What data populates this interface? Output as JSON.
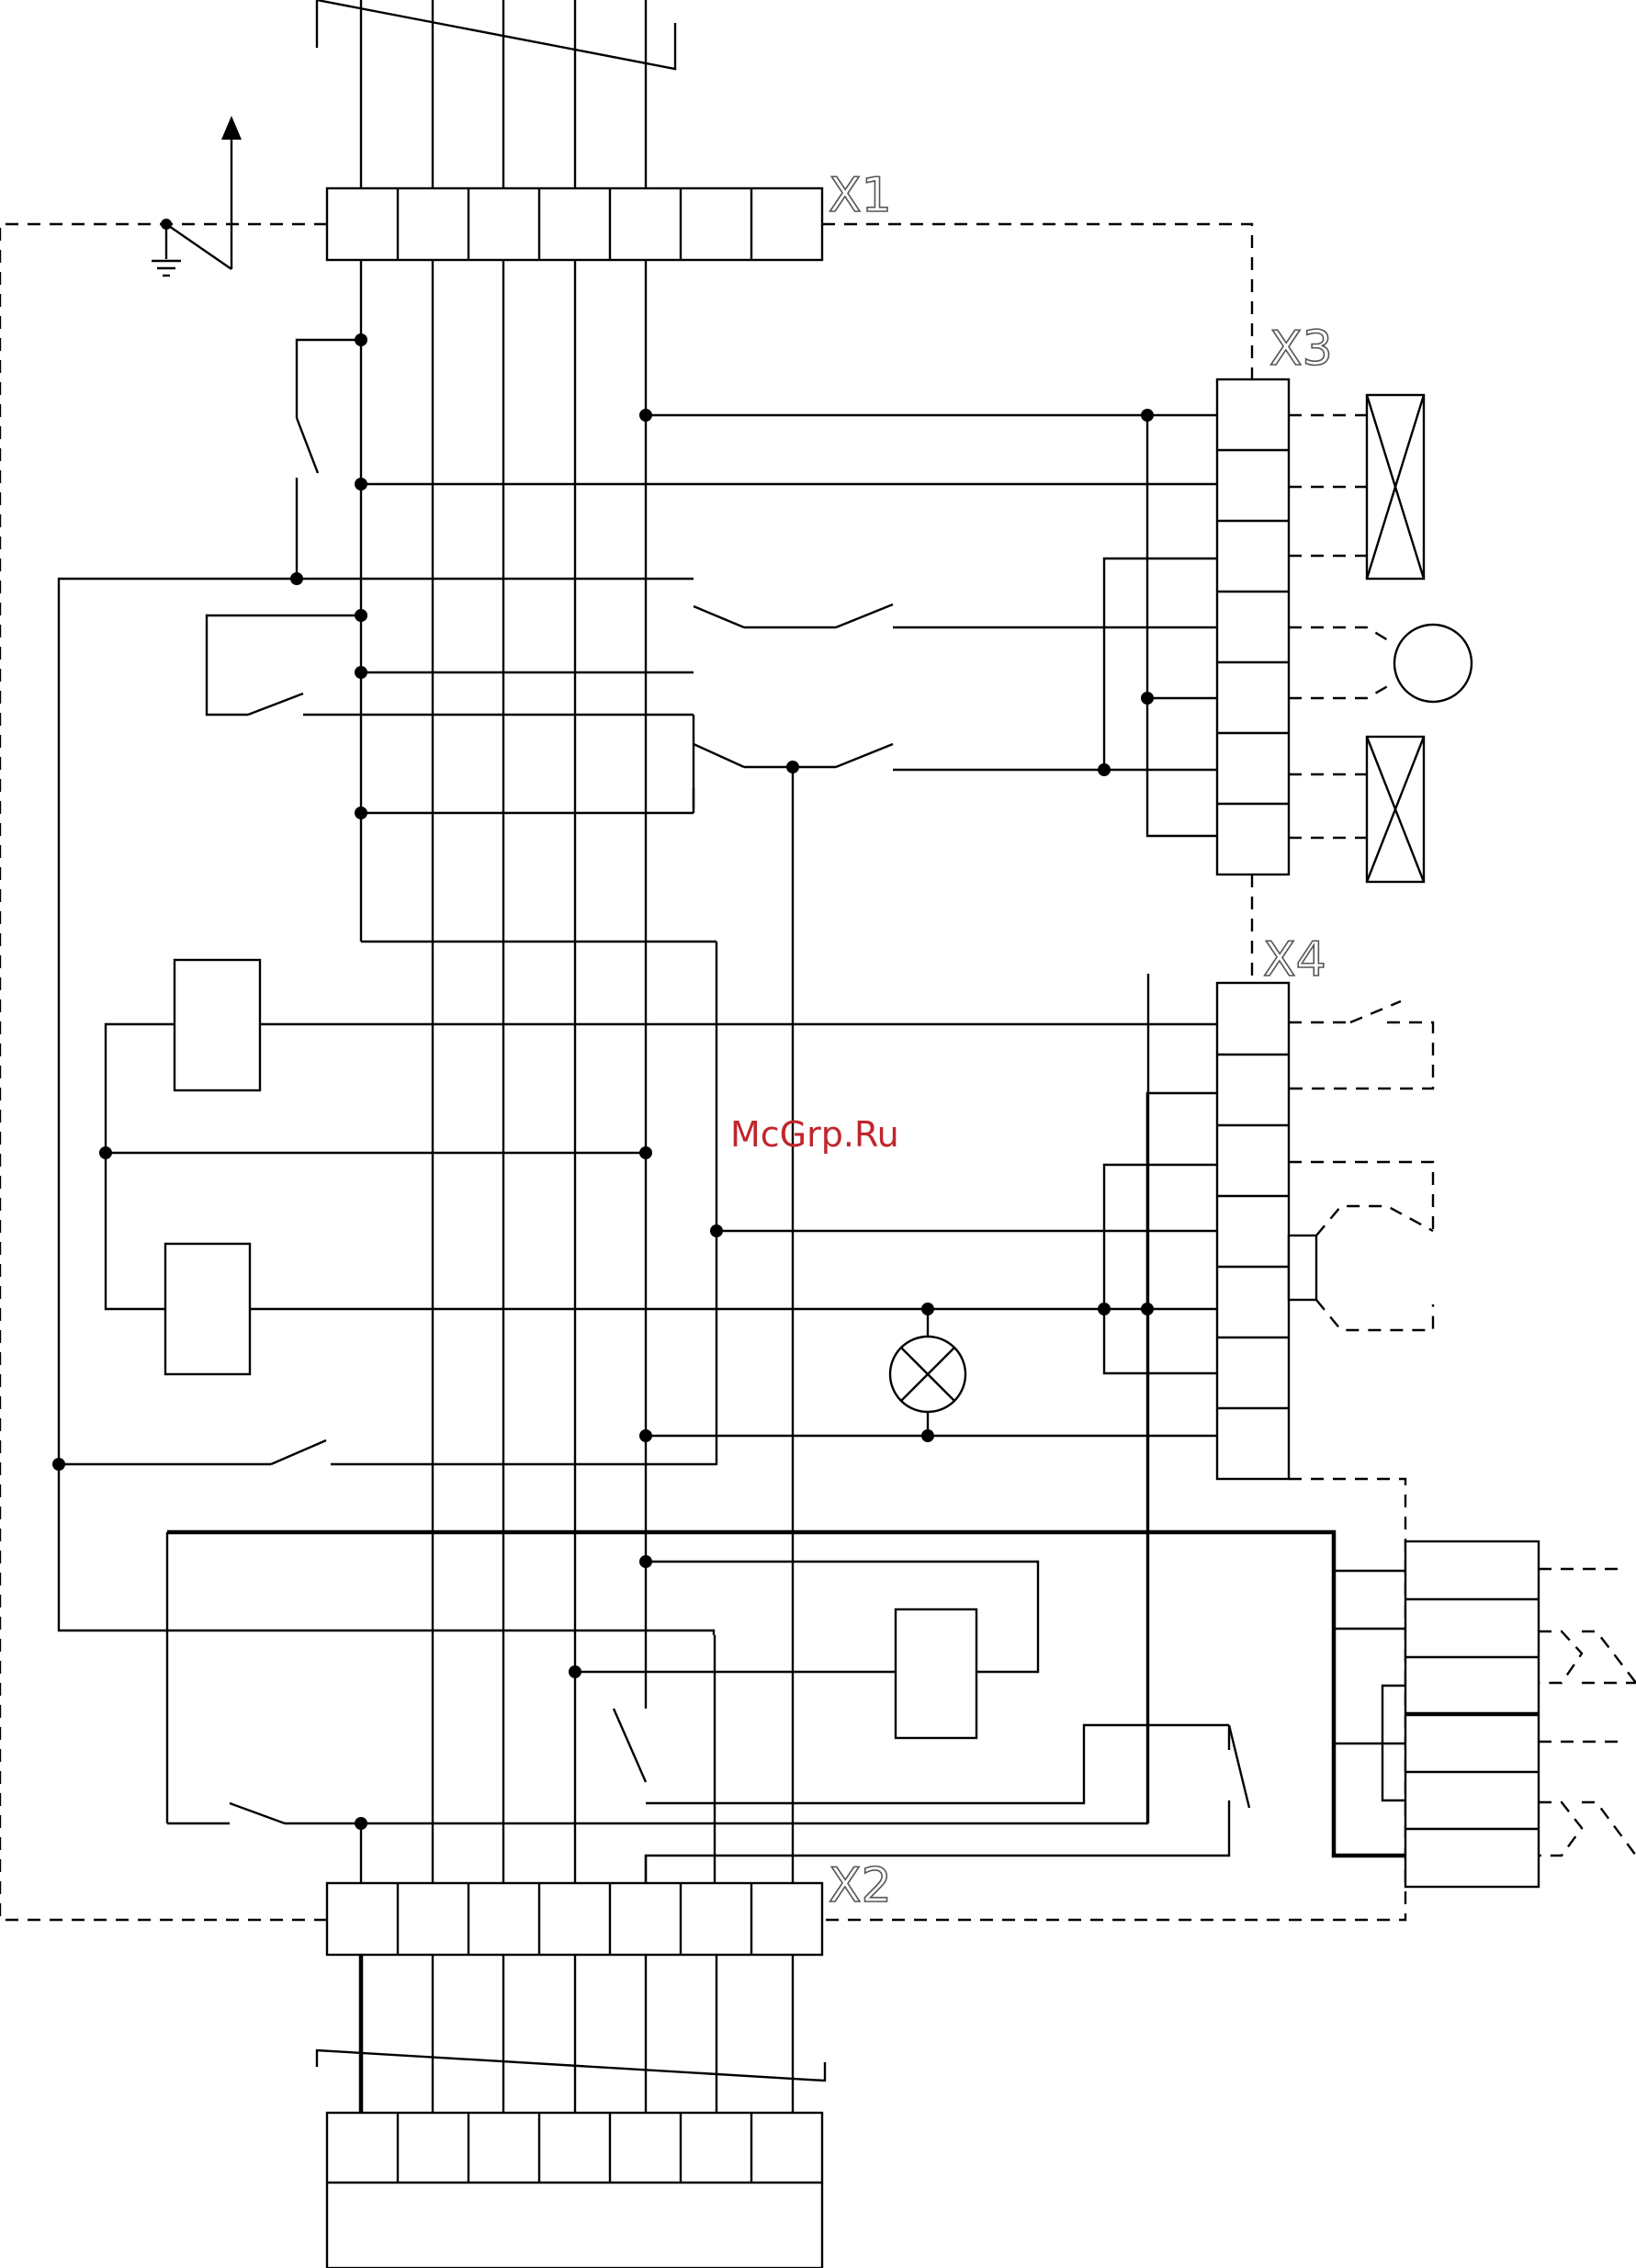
{
  "terminal_labels": {
    "x1": "X1",
    "x2": "X2",
    "x3": "X3",
    "x4": "X4"
  },
  "watermark": "McGrp.Ru",
  "colors": {
    "line": "#000000",
    "watermark": "#c0262c"
  },
  "icons": [
    "ground-icon",
    "arrow-up-icon",
    "lamp-icon",
    "motor-icon",
    "valve-icon",
    "coil-icon",
    "switch-contact-icon"
  ]
}
